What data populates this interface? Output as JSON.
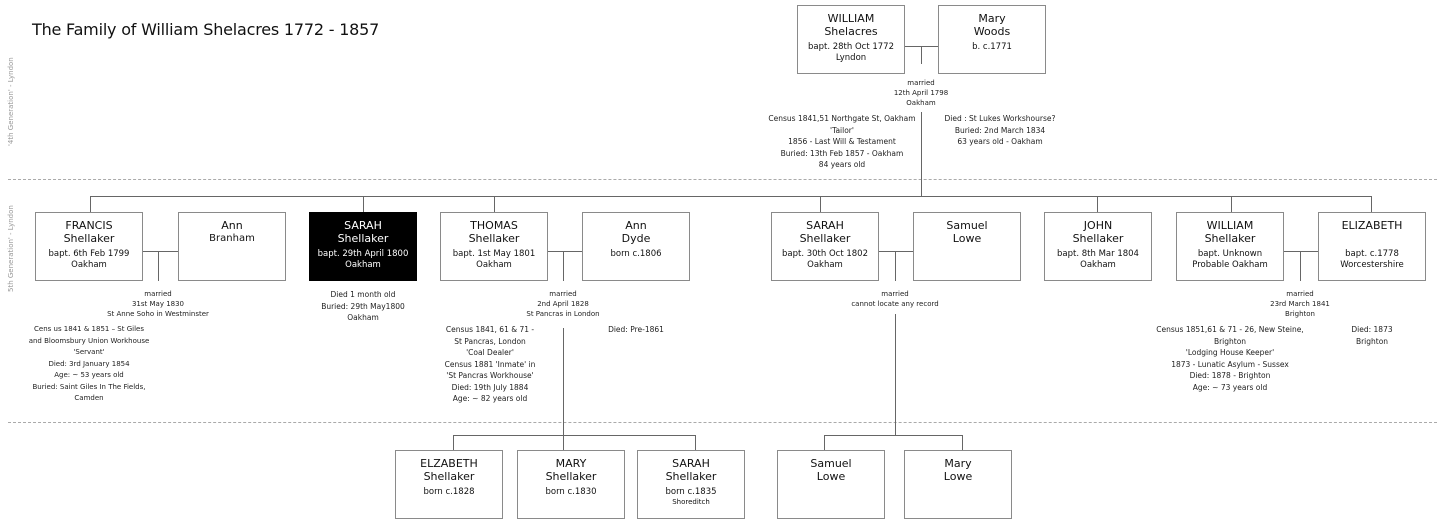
{
  "title": "The Family of William Shelacres 1772 - 1857",
  "generations": [
    {
      "label": "'4th Generation' - Lyndon"
    },
    {
      "label": "5th Generation' - Lyndon"
    }
  ],
  "gen4": {
    "husband": {
      "first": "WILLIAM",
      "last": "Shelacres",
      "detail1": "bapt. 28th Oct 1772",
      "detail2": "Lyndon"
    },
    "wife": {
      "first": "Mary",
      "last": "Woods",
      "detail1": "b. c.1771",
      "detail2": ""
    },
    "marriage": [
      "married",
      "12th April 1798",
      "Oakham"
    ],
    "husband_notes": [
      "Census 1841,51 Northgate St, Oakham",
      "'Tailor'",
      "1856 - Last Will & Testament",
      "Buried: 13th Feb 1857 - Oakham",
      "84 years old"
    ],
    "wife_notes": [
      "Died : St Lukes Workshourse?",
      "Buried: 2nd March 1834",
      "63 years old - Oakham"
    ]
  },
  "gen5": {
    "francis": {
      "first": "FRANCIS",
      "last": "Shellaker",
      "detail1": "bapt. 6th Feb 1799",
      "detail2": "Oakham"
    },
    "ann_branham": {
      "first": "Ann",
      "last": "Branham",
      "detail1": "",
      "detail2": ""
    },
    "francis_marriage": [
      "married",
      "31st May 1830",
      "St Anne Soho in Westminster"
    ],
    "francis_notes": [
      "Cens us 1841 & 1851 – St Giles",
      "and Bloomsbury Union Workhouse",
      "'Servant'",
      "Died: 3rd January 1854",
      "Age: ~ 53 years old",
      "Buried: Saint Giles In The Fields,",
      "Camden"
    ],
    "sarah1": {
      "first": "SARAH",
      "last": "Shellaker",
      "detail1": "bapt. 29th April 1800",
      "detail2": "Oakham"
    },
    "sarah1_notes": [
      "Died 1 month old",
      "Buried: 29th May1800",
      "Oakham"
    ],
    "thomas": {
      "first": "THOMAS",
      "last": "Shellaker",
      "detail1": "bapt. 1st May 1801",
      "detail2": "Oakham"
    },
    "ann_dyde": {
      "first": "Ann",
      "last": "Dyde",
      "detail1": "born c.1806",
      "detail2": ""
    },
    "thomas_marriage": [
      "married",
      "2nd April 1828",
      "St Pancras in London"
    ],
    "thomas_notes": [
      "Census 1841, 61 & 71 -",
      "St Pancras, London",
      "'Coal Dealer'",
      "Census 1881 'Inmate' in",
      "'St Pancras Workhouse'",
      "Died: 19th July 1884",
      "Age: ~ 82 years old"
    ],
    "ann_dyde_notes": [
      "Died: Pre-1861"
    ],
    "sarah2": {
      "first": "SARAH",
      "last": "Shellaker",
      "detail1": "bapt. 30th Oct 1802",
      "detail2": "Oakham"
    },
    "samuel": {
      "first": "Samuel",
      "last": "Lowe",
      "detail1": "",
      "detail2": ""
    },
    "sarah2_marriage": [
      "married",
      "cannot locate any record"
    ],
    "john": {
      "first": "JOHN",
      "last": "Shellaker",
      "detail1": "bapt. 8th Mar 1804",
      "detail2": "Oakham"
    },
    "william": {
      "first": "WILLIAM",
      "last": "Shellaker",
      "detail1": "bapt. Unknown",
      "detail2": "Probable Oakham"
    },
    "elizabeth": {
      "first": "ELIZABETH",
      "last": "",
      "detail1": "bapt. c.1778",
      "detail2": "Worcestershire"
    },
    "william_marriage": [
      "married",
      "23rd March 1841",
      "Brighton"
    ],
    "william_notes": [
      "Census 1851,61 & 71 -  26, New Steine,",
      "Brighton",
      "'Lodging House Keeper'",
      "1873 - Lunatic Asylum - Sussex",
      "Died: 1878 - Brighton",
      "Age: ~ 73 years old"
    ],
    "elizabeth_notes": [
      "Died: 1873",
      "Brighton"
    ]
  },
  "gen6": {
    "thomas_children": [
      {
        "first": "ELZABETH",
        "last": "Shellaker",
        "detail1": "born c.1828",
        "detail2": ""
      },
      {
        "first": "MARY",
        "last": "Shellaker",
        "detail1": "born c.1830",
        "detail2": ""
      },
      {
        "first": "SARAH",
        "last": "Shellaker",
        "detail1": "born c.1835",
        "detail2": "Shoreditch"
      }
    ],
    "sarah_children": [
      {
        "first": "Samuel",
        "last": "Lowe",
        "detail1": "",
        "detail2": ""
      },
      {
        "first": "Mary",
        "last": "Lowe",
        "detail1": "",
        "detail2": ""
      }
    ]
  }
}
